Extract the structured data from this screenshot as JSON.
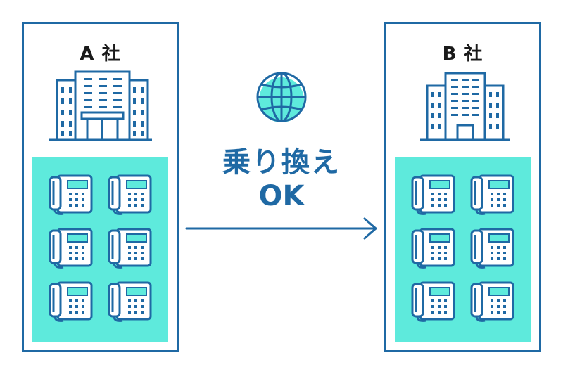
{
  "companies": {
    "a": {
      "label": "A 社"
    },
    "b": {
      "label": "B 社"
    }
  },
  "center": {
    "line1": "乗り換え",
    "line2": "OK"
  },
  "icons": {
    "building": "building-icon",
    "phone": "desk-phone-icon",
    "globe": "globe-icon",
    "arrow": "arrow-right-icon"
  },
  "colors": {
    "primary": "#1f69a4",
    "accent": "#5eeadc",
    "text": "#1a1a1a"
  },
  "phones_per_company": 6
}
